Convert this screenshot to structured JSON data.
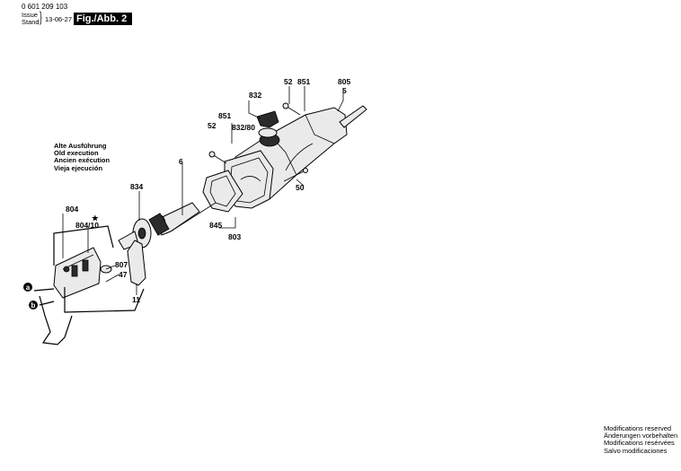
{
  "header": {
    "part_number": "0 601 209 103",
    "issue_label": "Issue",
    "stand_label": "Stand",
    "date": "13-06-27",
    "figure_label": "Fig./Abb. 2"
  },
  "legend_lines": [
    "Alte Ausführung",
    "Old execution",
    "Ancien exécution",
    "Vieja ejecución"
  ],
  "callouts": {
    "c805": "805",
    "c5": "5",
    "c52_top": "52",
    "c851_top": "851",
    "c832": "832",
    "c851_left": "851",
    "c52_left": "52",
    "c832_80": "832/80",
    "c6": "6",
    "c834": "834",
    "c50": "50",
    "c845": "845",
    "c803": "803",
    "c804": "804",
    "c804_10": "804/10",
    "star": "★",
    "c807": "807",
    "c47": "47",
    "c11": "11",
    "a": "a",
    "b": "b"
  },
  "modifications": [
    "Modifications reserved",
    "Änderungen vorbehalten",
    "Modifications resérvées",
    "Salvo modificaciones"
  ]
}
